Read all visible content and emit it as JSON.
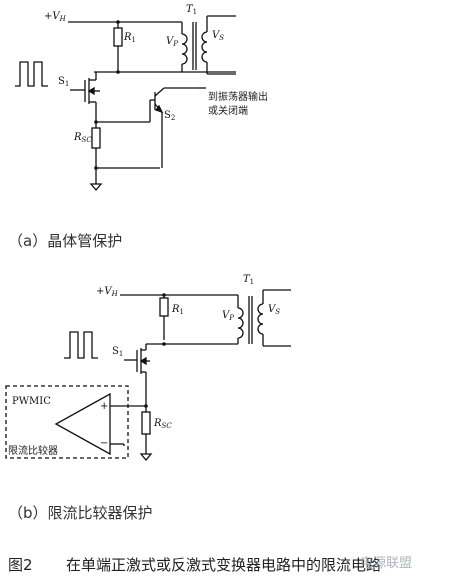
{
  "diagram_a": {
    "supply": "+V",
    "supply_sub": "H",
    "transformer": "T",
    "transformer_sub": "1",
    "r1": "R",
    "r1_sub": "1",
    "vp": "V",
    "vp_sub": "P",
    "vs": "V",
    "vs_sub": "S",
    "s1": "S",
    "s1_sub": "1",
    "s2": "S",
    "s2_sub": "2",
    "rsc": "R",
    "rsc_sub": "SC",
    "annotation_line1": "到振荡器输出",
    "annotation_line2": "或关闭端",
    "caption": "（a）晶体管保护"
  },
  "diagram_b": {
    "supply": "+V",
    "supply_sub": "H",
    "transformer": "T",
    "transformer_sub": "1",
    "r1": "R",
    "r1_sub": "1",
    "vp": "V",
    "vp_sub": "P",
    "vs": "V",
    "vs_sub": "S",
    "s1": "S",
    "s1_sub": "1",
    "rsc": "R",
    "rsc_sub": "SC",
    "pwm_label": "PWMIC",
    "comparator_label": "限流比较器",
    "plus": "+",
    "minus": "−",
    "caption": "（b）限流比较器保护"
  },
  "figure": {
    "number": "图2",
    "title": "在单端正激式或反激式变换器电路中的限流电路"
  },
  "watermark": "电源联盟"
}
